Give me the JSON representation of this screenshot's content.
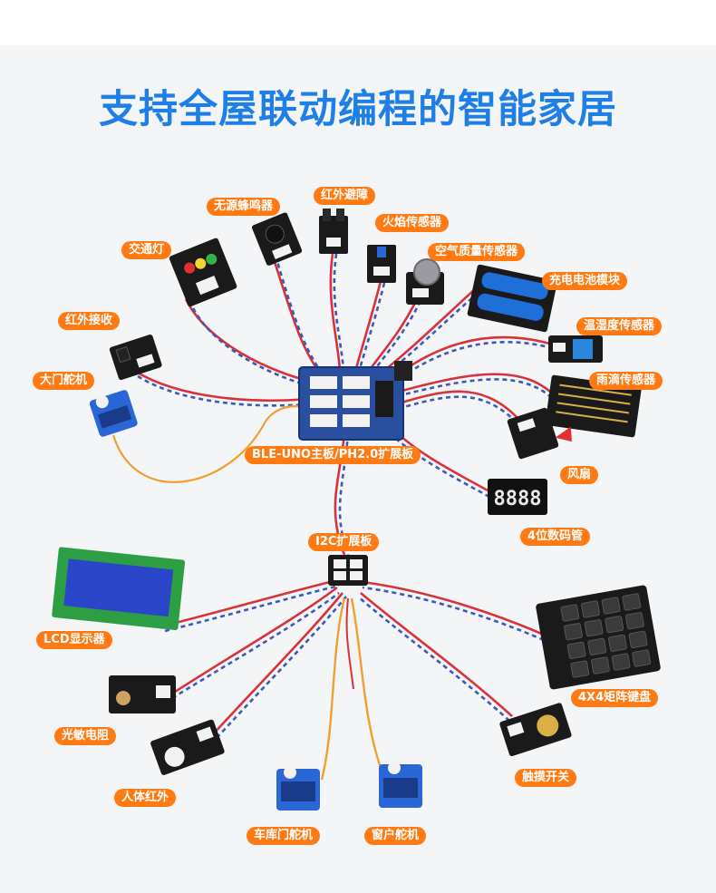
{
  "title": "支持全屋联动编程的智能家居",
  "labels": {
    "buzzer": "无源蜂鸣器",
    "ir_avoid": "红外避障",
    "flame": "火焰传感器",
    "air_quality": "空气质量传感器",
    "traffic_light": "交通灯",
    "battery": "充电电池模块",
    "ir_receiver": "红外接收",
    "temp_humidity": "温湿度传感器",
    "door_servo": "大门舵机",
    "rain": "雨滴传感器",
    "main_board": "BLE-UNO主板/PH2.0扩展板",
    "fan": "风扇",
    "digital_tube": "4位数码管",
    "i2c_board": "I2C扩展板",
    "lcd": "LCD显示器",
    "keypad": "4X4矩阵键盘",
    "photoresistor": "光敏电阻",
    "touch": "触摸开关",
    "pir": "人体红外",
    "garage_servo": "车库门舵机",
    "window_servo": "窗户舵机"
  },
  "digits": "8888",
  "colors": {
    "title": "#1f7fe6",
    "label_bg": "#ff7a12",
    "wire_red": "#d8333a",
    "wire_blue": "#3c5bb8",
    "wire_orange": "#f0a030",
    "board_blue": "#2a4f9e",
    "pcb_black": "#1a1a1a",
    "servo_blue": "#2a66d6",
    "lcd_green": "#2e9e45",
    "lcd_screen": "#2a45c8"
  }
}
